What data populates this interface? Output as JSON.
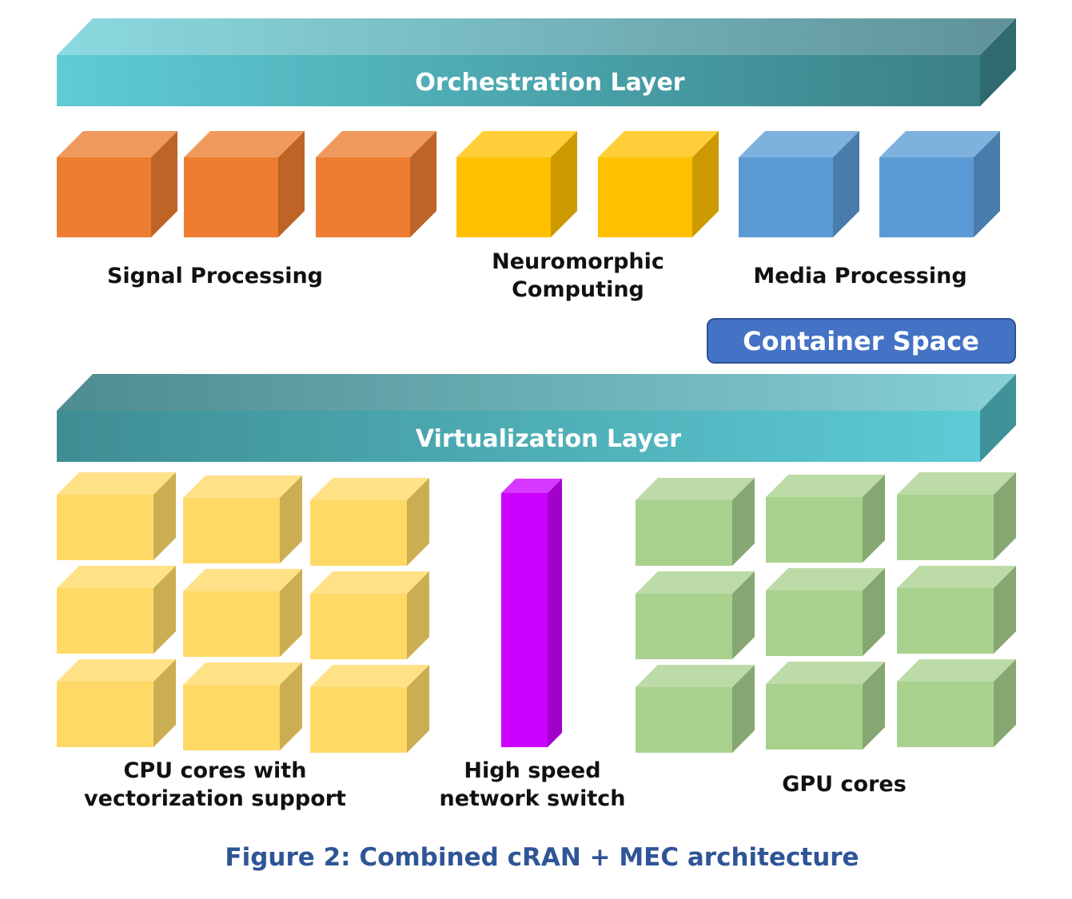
{
  "orchestration": {
    "label": "Orchestration Layer"
  },
  "virtualization": {
    "label": "Virtualization Layer"
  },
  "container_space": {
    "label": "Container Space"
  },
  "groups": {
    "signal": {
      "label": "Signal Processing",
      "color": "#ED7D31"
    },
    "neuromorphic": {
      "label_line1": "Neuromorphic",
      "label_line2": "Computing",
      "color": "#FFC000"
    },
    "media": {
      "label": "Media Processing",
      "color": "#5B9BD5"
    },
    "cpu": {
      "label_line1": "CPU cores with",
      "label_line2": "vectorization support",
      "color": "#FFD966"
    },
    "switch": {
      "label_line1": "High speed",
      "label_line2": "network switch",
      "color": "#CC00FF"
    },
    "gpu": {
      "label": "GPU cores",
      "color": "#A9D18E"
    }
  },
  "caption": "Figure 2: Combined cRAN + MEC architecture"
}
